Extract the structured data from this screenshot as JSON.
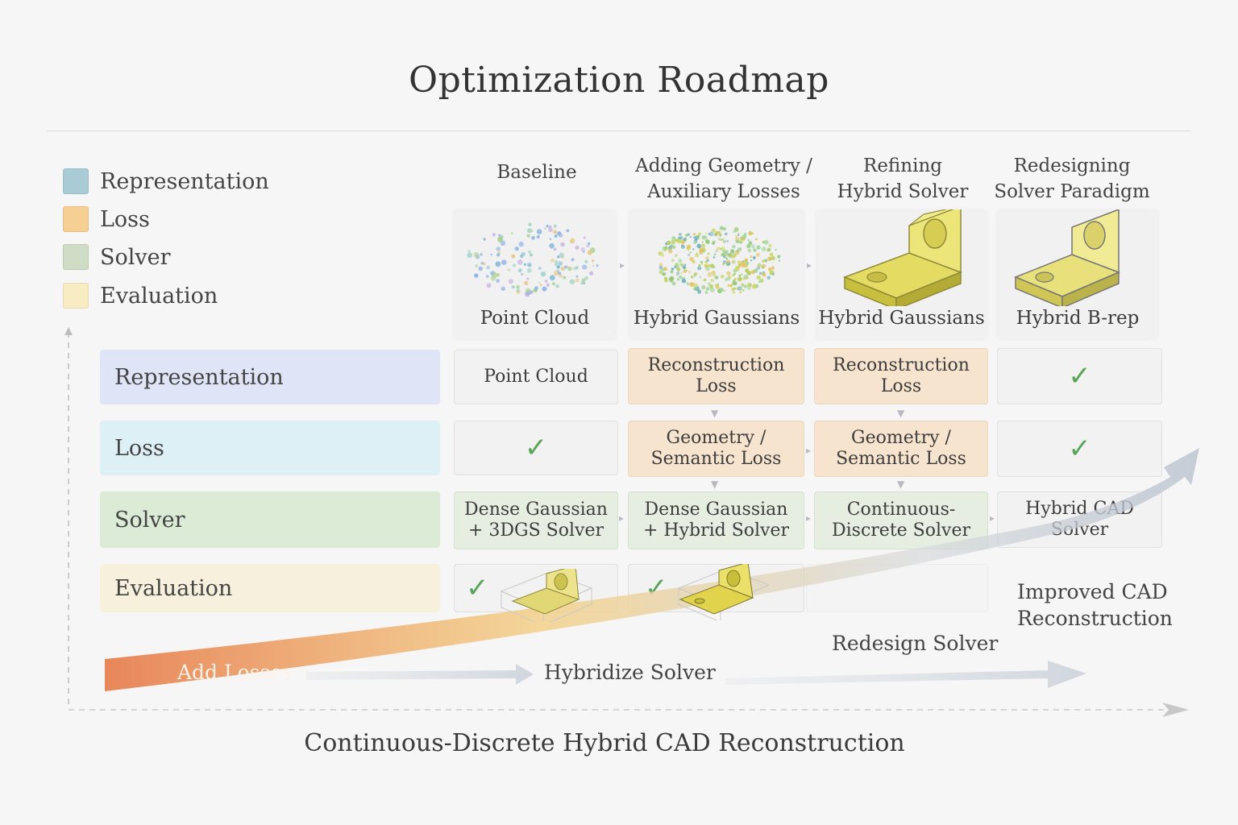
{
  "title": "Optimization Roadmap",
  "legend": [
    {
      "label": "Representation",
      "color": "#a9cbd6"
    },
    {
      "label": "Loss",
      "color": "#f6cf94"
    },
    {
      "label": "Solver",
      "color": "#cfdcc6"
    },
    {
      "label": "Evaluation",
      "color": "#f8ecc2"
    }
  ],
  "columns": [
    {
      "header": [
        "Baseline"
      ],
      "caption": "Point Cloud",
      "image": "point-cloud"
    },
    {
      "header": [
        "Adding Geometry /",
        "Auxiliary Losses"
      ],
      "caption": "Hybrid Gaussians",
      "image": "gaussian-cloud"
    },
    {
      "header": [
        "Refining",
        "Hybrid Solver"
      ],
      "caption": "Hybrid Gaussians",
      "image": "cad-part"
    },
    {
      "header": [
        "Redesigning",
        "Solver Paradigm"
      ],
      "caption": "Hybrid B-rep",
      "image": "cad-part"
    }
  ],
  "rows": [
    {
      "label": "Representation",
      "color": "#dfe5f6"
    },
    {
      "label": "Loss",
      "color": "#dcf0f5"
    },
    {
      "label": "Solver",
      "color": "#dcebd5"
    },
    {
      "label": "Evaluation",
      "color": "#f7f0dc"
    }
  ],
  "cells": {
    "rep": [
      "Point Cloud",
      [
        "Reconstruction",
        "Loss"
      ],
      [
        "Reconstruction",
        "Loss"
      ],
      "check"
    ],
    "loss": [
      "check",
      [
        "Geometry /",
        "Semantic Loss"
      ],
      [
        "Geometry /",
        "Semantic Loss"
      ],
      "check"
    ],
    "solver": [
      [
        "Dense Gaussian",
        "+ 3DGS Solver"
      ],
      [
        "Dense Gaussian",
        "+ Hybrid Solver"
      ],
      [
        "Continuous-",
        "Discrete Solver"
      ],
      [
        "Hybrid CAD",
        "Solver"
      ]
    ]
  },
  "progress_labels": {
    "add_losses": "Add Losses",
    "hybridize": "Hybridize Solver",
    "redesign": "Redesign Solver",
    "improved": [
      "Improved CAD",
      "Reconstruction"
    ]
  },
  "footer": "Continuous-Discrete Hybrid CAD Reconstruction",
  "colors": {
    "check": "#5aa55a",
    "progress_start": "#e8865a",
    "progress_mid": "#f3d08a",
    "progress_end": "#b9c2cf"
  }
}
